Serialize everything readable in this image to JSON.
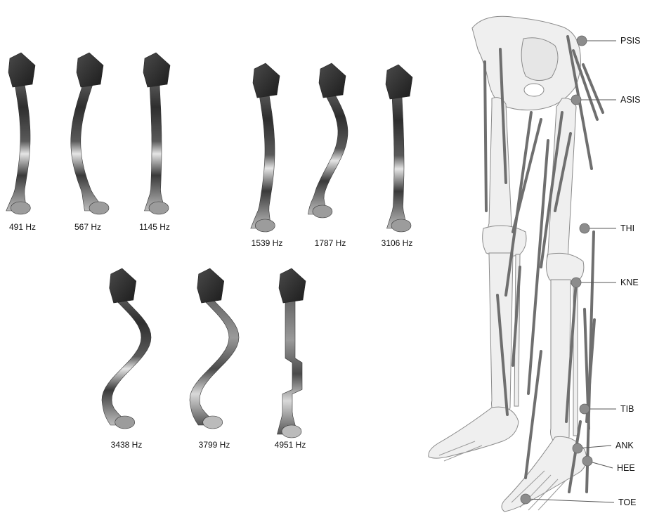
{
  "modes": [
    {
      "freq": "491 Hz",
      "style": "dark",
      "shape": "s1"
    },
    {
      "freq": "567 Hz",
      "style": "dark",
      "shape": "c1"
    },
    {
      "freq": "1145 Hz",
      "style": "dark",
      "shape": "straight"
    },
    {
      "freq": "1539 Hz",
      "style": "dark",
      "shape": "s1"
    },
    {
      "freq": "1787 Hz",
      "style": "dark",
      "shape": "s2"
    },
    {
      "freq": "3106 Hz",
      "style": "dark",
      "shape": "straight"
    },
    {
      "freq": "3438 Hz",
      "style": "dark",
      "shape": "s3"
    },
    {
      "freq": "3799 Hz",
      "style": "light",
      "shape": "s3"
    },
    {
      "freq": "4951 Hz",
      "style": "light",
      "shape": "zig"
    }
  ],
  "markers": [
    {
      "label": "PSIS"
    },
    {
      "label": "ASIS"
    },
    {
      "label": "THI"
    },
    {
      "label": "KNE"
    },
    {
      "label": "TIB"
    },
    {
      "label": "ANK"
    },
    {
      "label": "HEE"
    },
    {
      "label": "TOE"
    }
  ],
  "colors": {
    "bone_dark": "#3a3a3a",
    "bone_light": "#bdbdbd",
    "skeleton_fill": "#efefef",
    "skeleton_edge": "#8a8a8a",
    "muscle_line": "#707070",
    "marker": "#8c8c8c"
  }
}
